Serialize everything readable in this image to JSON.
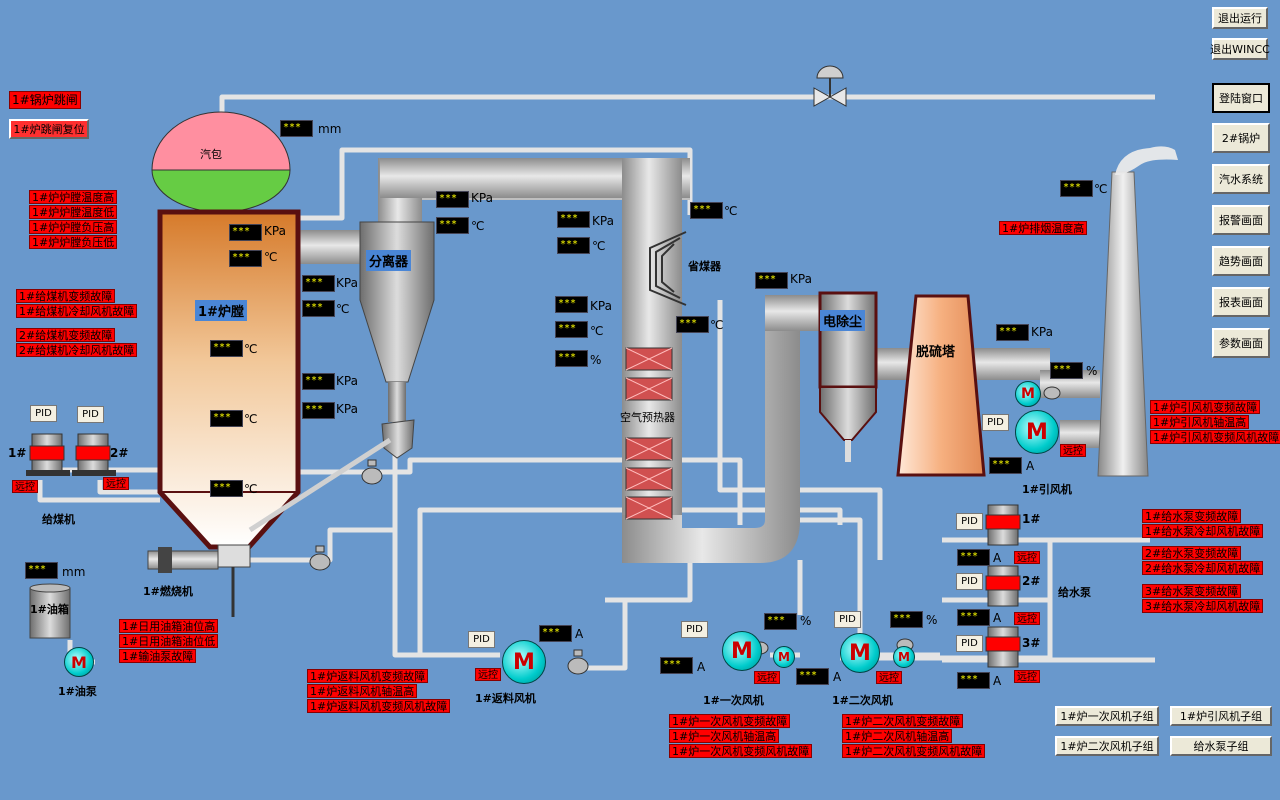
{
  "nav_buttons": [
    "退出运行",
    "退出WINCC",
    "登陆窗口",
    "2#锅炉",
    "汽水系统",
    "报警画面",
    "趋势画面",
    "报表画面",
    "参数画面"
  ],
  "subgroup_buttons": [
    "1#炉一次风机子组",
    "1#炉引风机子组",
    "1#炉二次风机子组",
    "给水泵子组"
  ],
  "trip": {
    "status": "1#锅炉跳闸",
    "reset": "1#炉跳闸复位"
  },
  "equipment": {
    "drum": "汽包",
    "furnace": "1#炉膛",
    "separator": "分离器",
    "economizer": "省煤器",
    "air_preheater": "空气预热器",
    "esp": "电除尘",
    "desulf": "脱硫塔",
    "fan_id": "1#引风机",
    "burner": "1#燃烧机",
    "oil_tank": "1#油箱",
    "oil_pump": "1#油泵",
    "coal_feeder": "给煤机",
    "return_fan": "1#返料风机",
    "primary_fan": "1#一次风机",
    "secondary_fan": "1#二次风机",
    "feed_pump": "给水泵",
    "feeder1": "1#",
    "feeder2": "2#",
    "pump1": "1#",
    "pump2": "2#",
    "pump3": "3#",
    "motor": "M",
    "pid": "PID",
    "remote": "远控"
  },
  "value_placeholder": "***",
  "units": {
    "mm": "mm",
    "kpa": "KPa",
    "degc": "℃",
    "pct": "%",
    "amp": "A"
  },
  "alarms": {
    "furnace": [
      "1#炉炉膛温度高",
      "1#炉炉膛温度低",
      "1#炉炉膛负压高",
      "1#炉炉膛负压低"
    ],
    "coal1": [
      "1#给煤机变频故障",
      "1#给煤机冷却风机故障"
    ],
    "coal2": [
      "2#给煤机变频故障",
      "2#给煤机冷却风机故障"
    ],
    "oil": [
      "1#日用油箱油位高",
      "1#日用油箱油位低",
      "1#输油泵故障"
    ],
    "return_fan": [
      "1#炉返料风机变频故障",
      "1#炉返料风机轴温高",
      "1#炉返料风机变频风机故障"
    ],
    "primary_fan": [
      "1#炉一次风机变频故障",
      "1#炉一次风机轴温高",
      "1#炉一次风机变频风机故障"
    ],
    "secondary_fan": [
      "1#炉二次风机变频故障",
      "1#炉二次风机轴温高",
      "1#炉二次风机变频风机故障"
    ],
    "exhaust": [
      "1#炉排烟温度高"
    ],
    "id_fan": [
      "1#炉引风机变频故障",
      "1#炉引风机轴温高",
      "1#炉引风机变频风机故障"
    ],
    "pump1": [
      "1#给水泵变频故障",
      "1#给水泵冷却风机故障"
    ],
    "pump2": [
      "2#给水泵变频故障",
      "2#给水泵冷却风机故障"
    ],
    "pump3": [
      "3#给水泵变频故障",
      "3#给水泵冷却风机故障"
    ]
  }
}
